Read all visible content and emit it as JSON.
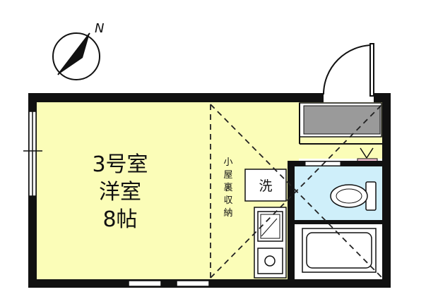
{
  "compass": {
    "north_label": "N",
    "north_direction_degrees": 30
  },
  "room": {
    "number_label": "3号室",
    "type_label": "洋室",
    "size_label": "8帖"
  },
  "loft": {
    "label_chars": [
      "小",
      "屋",
      "裏",
      "収",
      "納"
    ]
  },
  "washer": {
    "label": "洗"
  },
  "colors": {
    "room_fill": "#fbfdb8",
    "wall": "#111111",
    "bath_fill": "#cfeffa",
    "shoe_box_fill": "#9a9a9a",
    "loft_dash": "#222222",
    "fridge_accent": "#f4bfd4"
  }
}
